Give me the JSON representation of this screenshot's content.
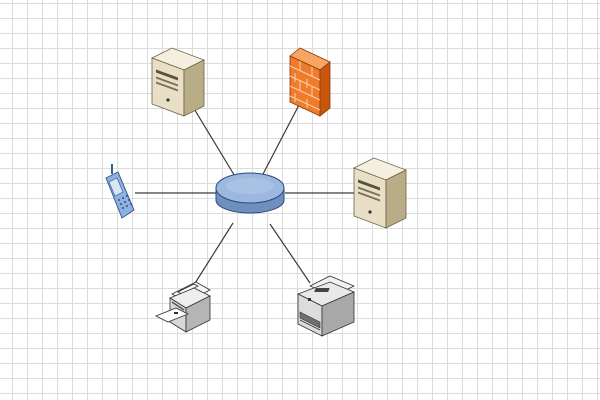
{
  "diagram": {
    "type": "star-network",
    "hub": {
      "name": "network-hub",
      "icon": "network-hub-icon",
      "fill": "#9db8df",
      "stroke": "#2a4b7c"
    },
    "devices": [
      {
        "name": "server-top",
        "icon": "server-icon",
        "body": "#e8dfc6",
        "side": "#b9ad87"
      },
      {
        "name": "firewall",
        "icon": "firewall-icon",
        "body": "#f07b2a",
        "side": "#c9560f"
      },
      {
        "name": "mobile-phone",
        "icon": "mobile-phone-icon",
        "body": "#8fb1e0",
        "side": "#4d78b5"
      },
      {
        "name": "server-right",
        "icon": "server-icon",
        "body": "#e8dfc6",
        "side": "#b9ad87"
      },
      {
        "name": "fax-machine",
        "icon": "fax-icon",
        "body": "#eeeeee",
        "side": "#b5b5b5"
      },
      {
        "name": "printer",
        "icon": "printer-icon",
        "body": "#e9e9e9",
        "side": "#a8a8a8"
      }
    ],
    "link_color": "#3a3a3a",
    "grid_color": "#dcdcdc"
  }
}
